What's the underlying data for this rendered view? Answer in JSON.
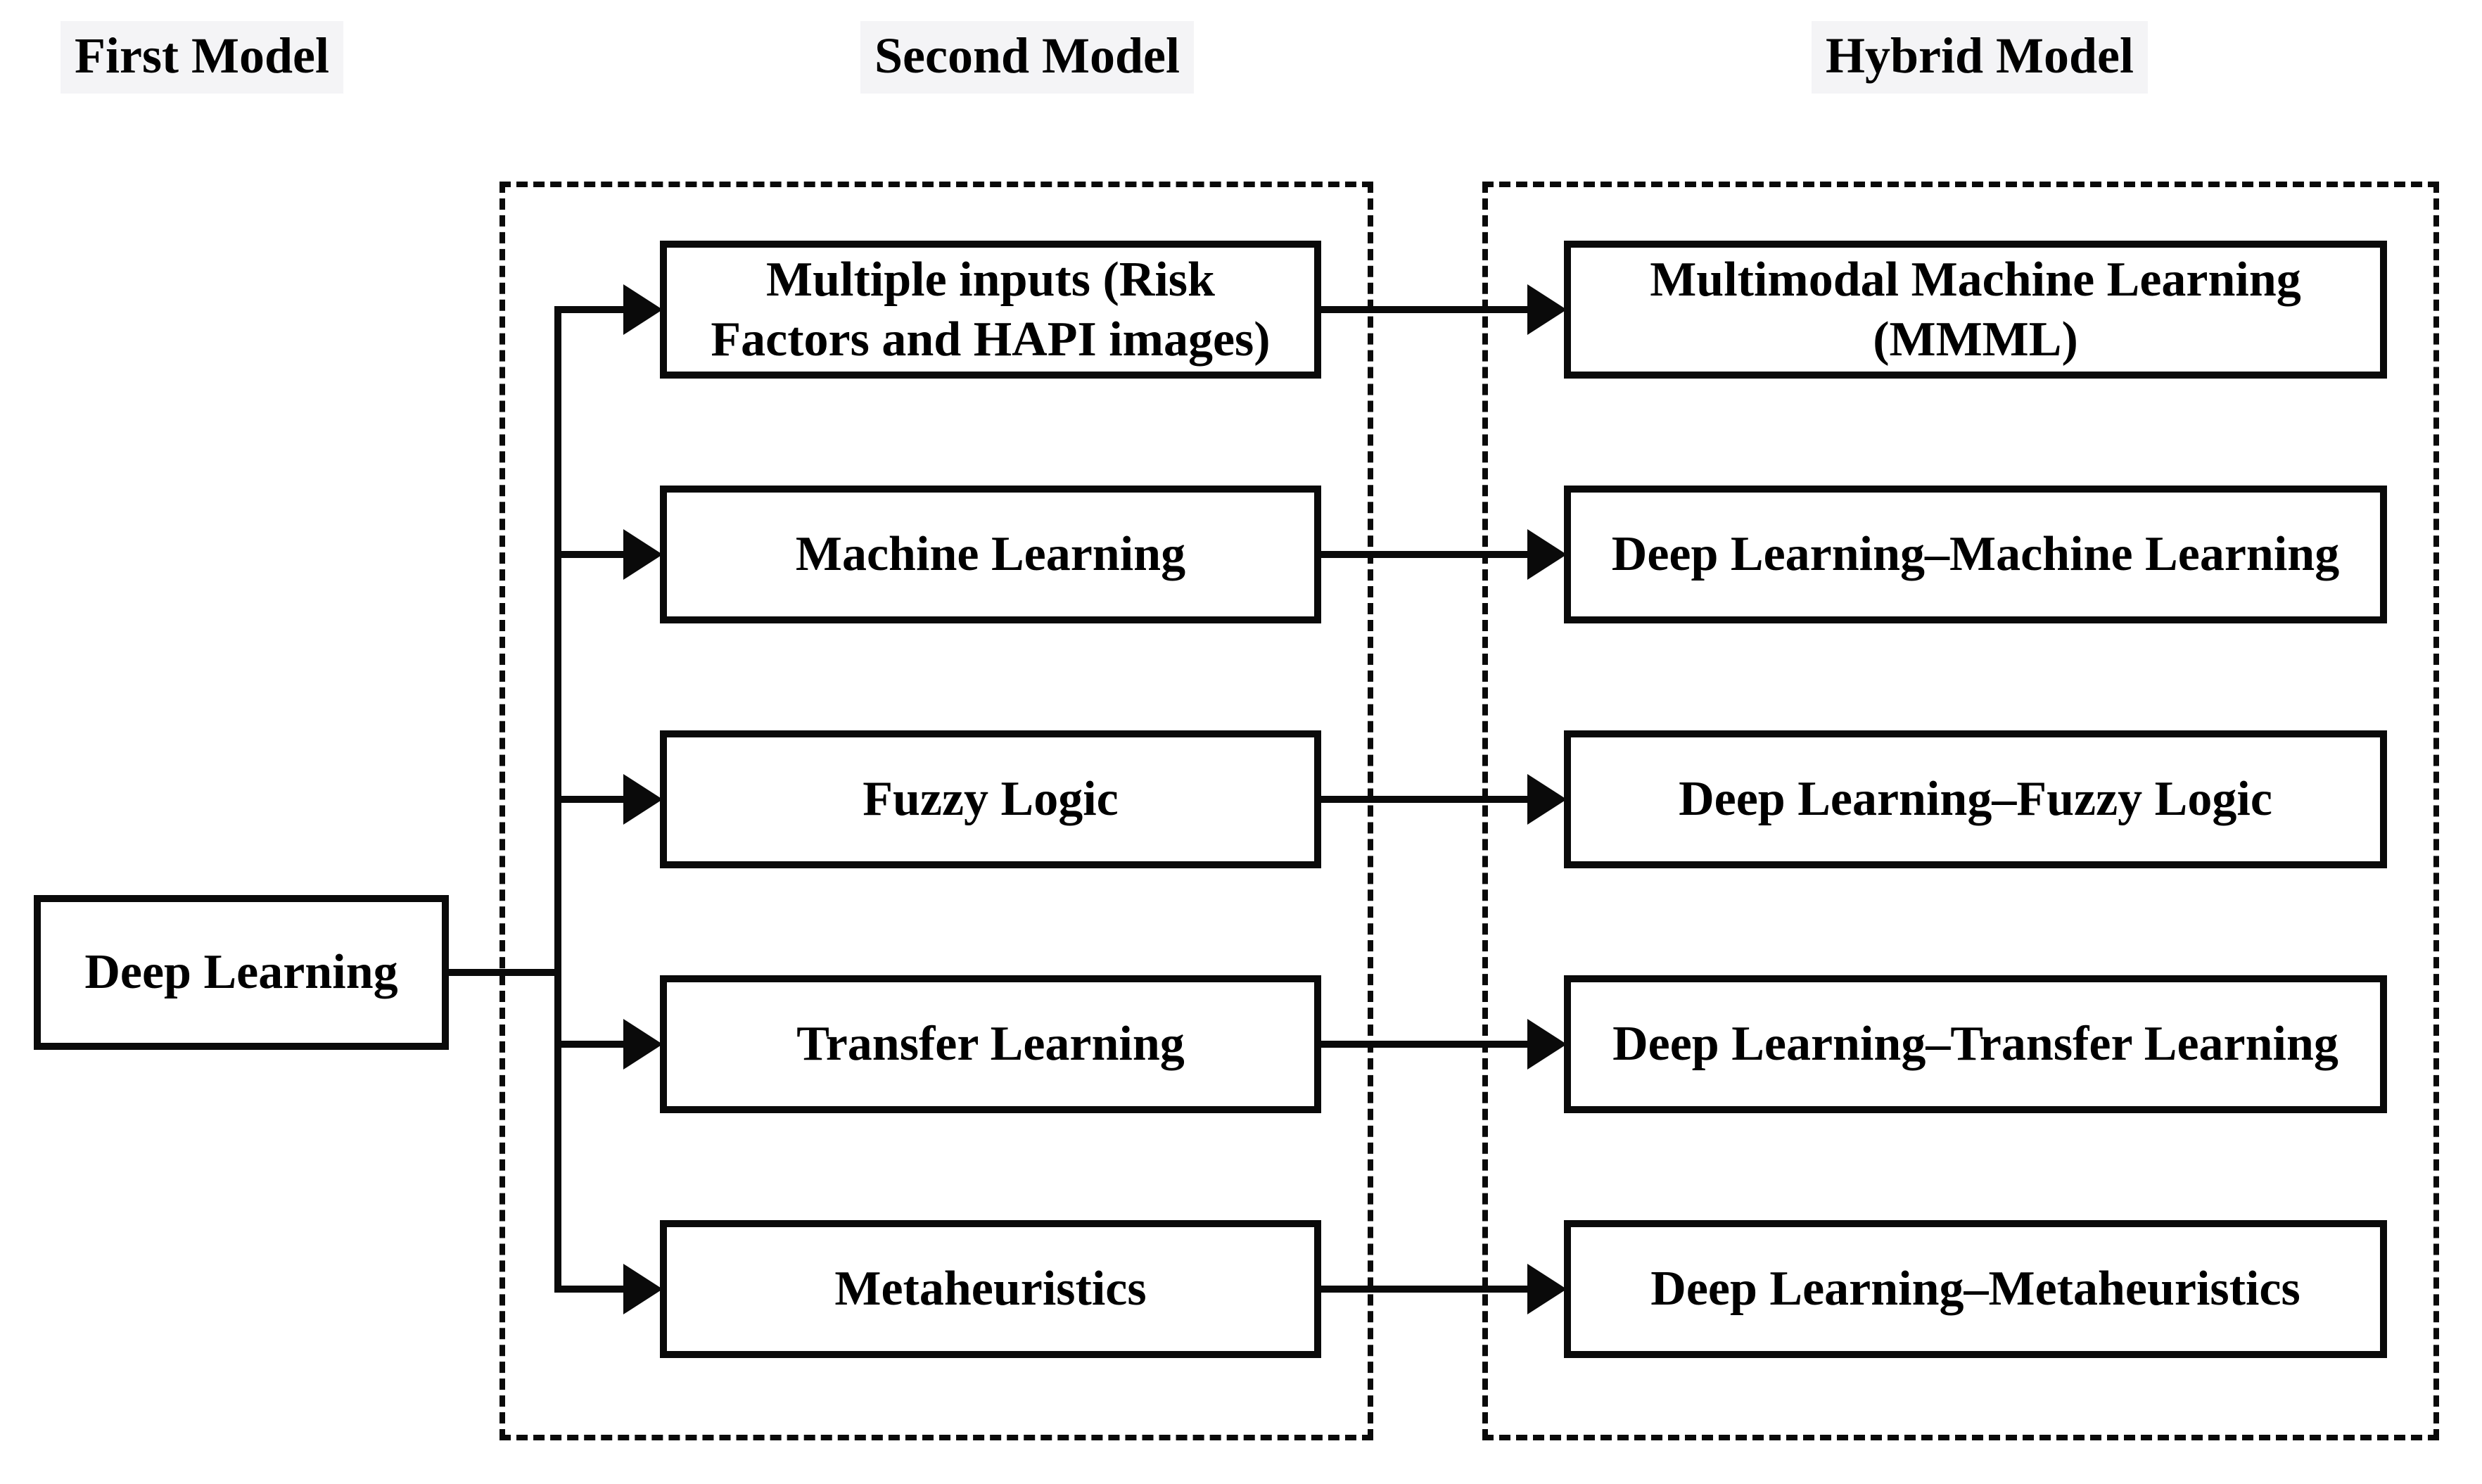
{
  "diagram": {
    "title_row": {
      "first": "First Model",
      "second": "Second Model",
      "hybrid": "Hybrid Model"
    },
    "root_box": {
      "label": "Deep Learning"
    },
    "rows": [
      {
        "second": "Multiple inputs (Risk Factors and HAPI images)",
        "hybrid": "Multimodal Machine Learning (MMML)"
      },
      {
        "second": "Machine Learning",
        "hybrid": "Deep Learning–Machine Learning"
      },
      {
        "second": "Fuzzy Logic",
        "hybrid": "Deep Learning–Fuzzy Logic"
      },
      {
        "second": "Transfer Learning",
        "hybrid": "Deep Learning–Transfer Learning"
      },
      {
        "second": "Metaheuristics",
        "hybrid": "Deep Learning–Metaheuristics"
      }
    ],
    "colors": {
      "line": "#0a0a0a",
      "box_border": "#0a0a0a",
      "box_background": "#ffffff",
      "header_highlight": "#f4f4f6",
      "text": "#000000",
      "page_background": "#ffffff"
    }
  }
}
